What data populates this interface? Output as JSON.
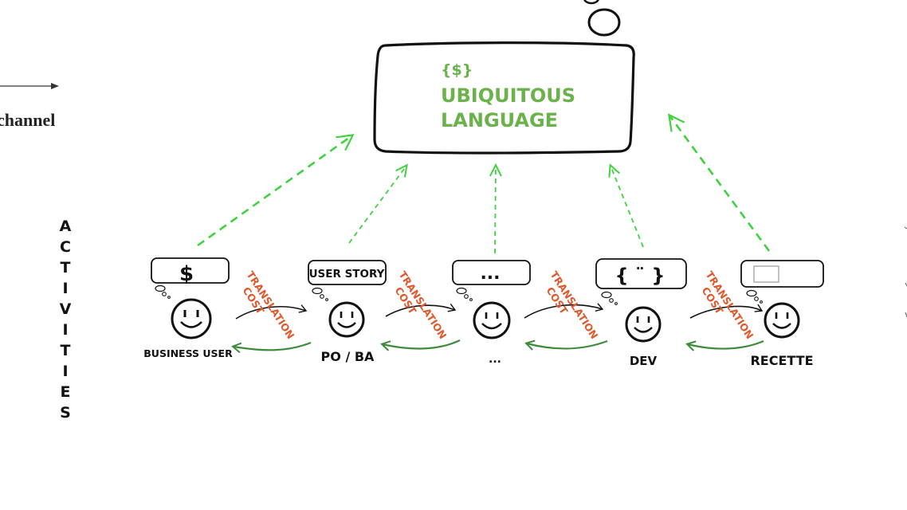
{
  "left_fragment": {
    "channel_label": "channel"
  },
  "ubiquitous": {
    "symbol": "{$}",
    "line1": "UBIQUITOUS",
    "line2": "LANGUAGE"
  },
  "side_label": [
    "A",
    "C",
    "T",
    "I",
    "V",
    "I",
    "T",
    "I",
    "E",
    "S"
  ],
  "cost": {
    "line1": "TRANSLATION",
    "line2": "COST"
  },
  "actors": [
    {
      "name": "BUSINESS USER",
      "bubble": "$"
    },
    {
      "name": "PO / BA",
      "bubble": "USER STORY"
    },
    {
      "name": "...",
      "bubble": "..."
    },
    {
      "name": "DEV",
      "bubble": "{ ¨ }"
    },
    {
      "name": "RECETTE",
      "bubble": ""
    }
  ],
  "colors": {
    "green_arrow": "#3fd13f",
    "dark_green": "#3c8c3c",
    "cost": "#e0582c",
    "text_green": "#6bb24a"
  }
}
